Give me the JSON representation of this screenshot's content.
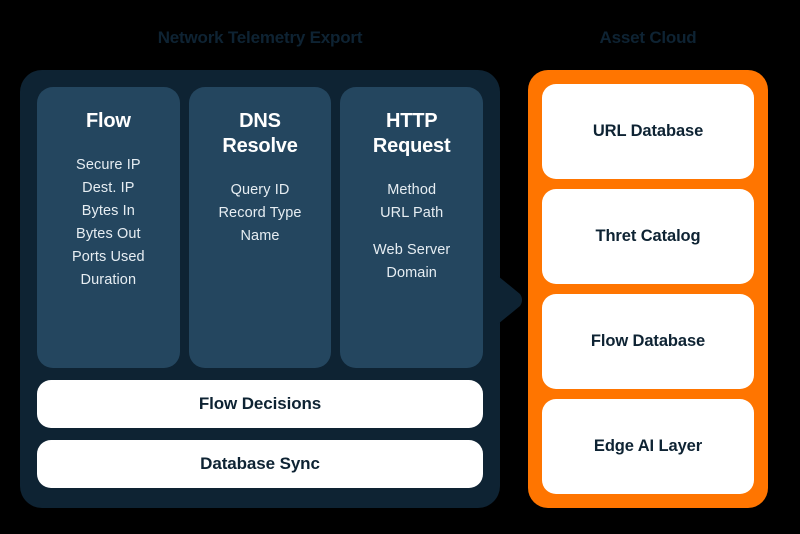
{
  "left_panel": {
    "title": "Network Telemetry Export",
    "columns": [
      {
        "heading": "Flow",
        "heading_lines": [
          "Flow"
        ],
        "items": [
          "Secure IP",
          "Dest. IP",
          "Bytes In",
          "Bytes Out",
          "Ports Used",
          "Duration"
        ]
      },
      {
        "heading": "DNS Resolve",
        "heading_lines": [
          "DNS",
          "Resolve"
        ],
        "items": [
          "Query ID",
          "Record Type",
          "Name"
        ]
      },
      {
        "heading": "HTTP Request",
        "heading_lines": [
          "HTTP",
          "Request"
        ],
        "items": [
          "Method",
          "URL Path",
          "Web Server",
          "Domain"
        ]
      }
    ],
    "bars": [
      "Flow Decisions",
      "Database Sync"
    ]
  },
  "right_panel": {
    "title": "Asset Cloud",
    "cards": [
      "URL Database",
      "Thret Catalog",
      "Flow Database",
      "Edge AI Layer"
    ]
  },
  "connector": {
    "name": "arrow-right-icon"
  },
  "colors": {
    "background": "#000000",
    "panel_dark": "#0E2333",
    "column_card": "#24465F",
    "panel_orange": "#FF7500",
    "card_white": "#FFFFFF",
    "title_text": "#0E2333",
    "column_title_text": "#FFFFFF",
    "column_item_text": "#E6EDF2"
  }
}
